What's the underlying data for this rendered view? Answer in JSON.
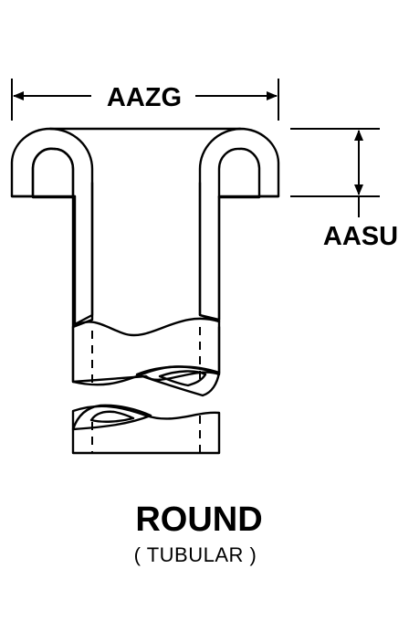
{
  "dimensions": {
    "width_label": "AAZG",
    "height_label": "AASU"
  },
  "caption": {
    "title": "ROUND",
    "subtitle": "( TUBULAR )"
  }
}
